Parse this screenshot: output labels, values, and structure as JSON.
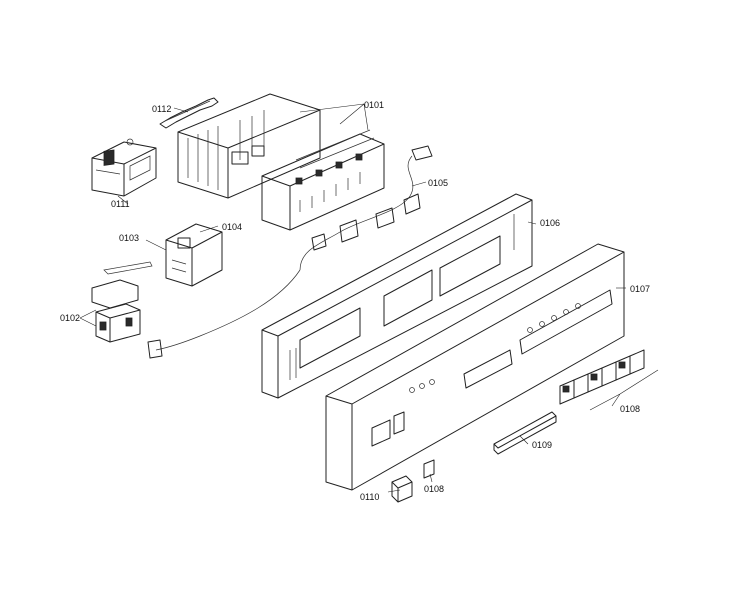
{
  "labels": {
    "p0101": "0101",
    "p0102": "0102",
    "p0103": "0103",
    "p0104": "0104",
    "p0105": "0105",
    "p0106": "0106",
    "p0107": "0107",
    "p0108a": "0108",
    "p0108b": "0108",
    "p0109": "0109",
    "p0110": "0110",
    "p0111": "0111",
    "p0112": "0112"
  }
}
